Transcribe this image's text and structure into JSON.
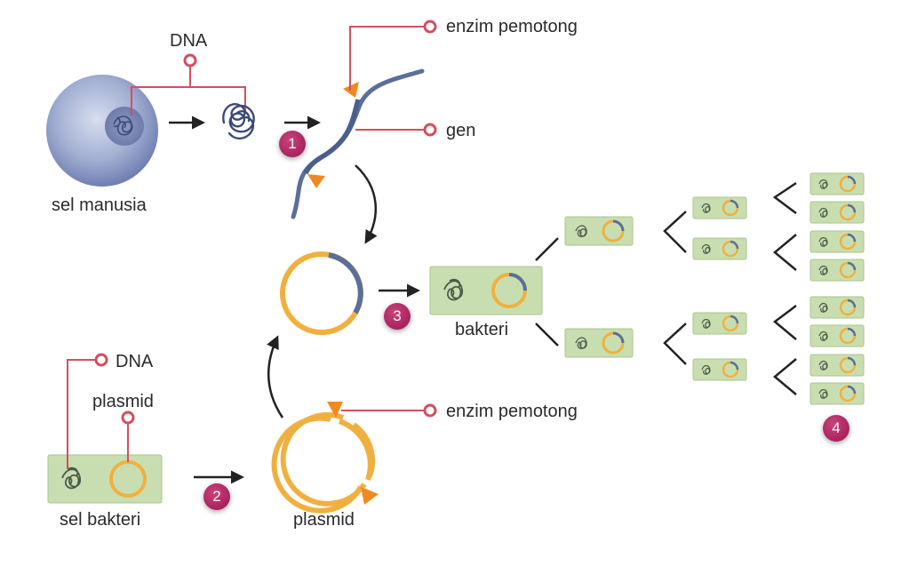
{
  "labels": {
    "dna_human": "DNA",
    "human_cell": "sel manusia",
    "enzyme_top": "enzim pemotong",
    "gene": "gen",
    "dna_bacteria": "DNA",
    "plasmid_callout": "plasmid",
    "bacteria_cell": "sel bakteri",
    "enzyme_bottom": "enzim pemotong",
    "plasmid_bottom": "plasmid",
    "bacteria": "bakteri"
  },
  "steps": [
    "1",
    "2",
    "3",
    "4"
  ],
  "colors": {
    "callout_line": "#d05060",
    "plasmid": "#f0b040",
    "gene_dna": "#5a6f9a",
    "enzyme": "#f08a20",
    "bacteria_fill": "#c9deb0",
    "human_cell": "#8e9cc8",
    "step_badge": "#b22366",
    "arrow": "#222222"
  }
}
